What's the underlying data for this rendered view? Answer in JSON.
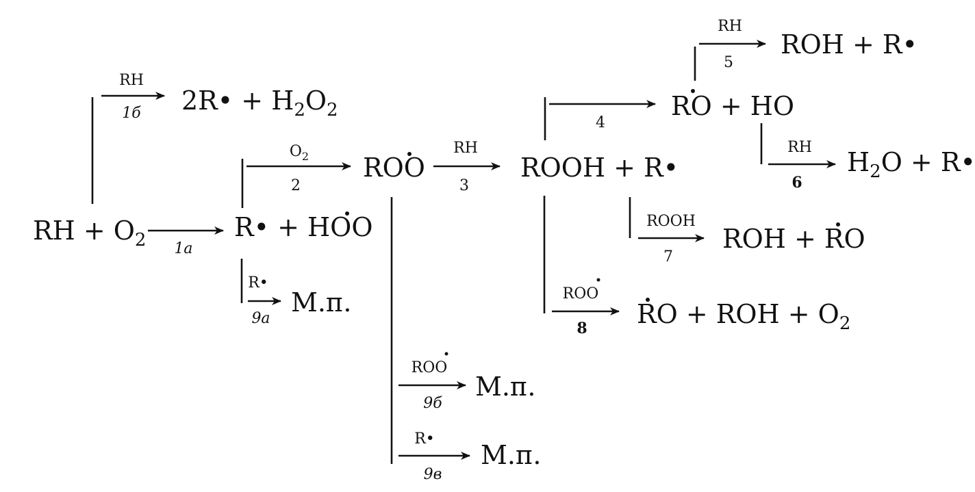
{
  "species": {
    "reactant": "RH + O",
    "reactant_sub": "2",
    "r_hoo": "R• + HOO",
    "two_r_h2o2": "2R• + H",
    "two_r_h2o2_sub1": "2",
    "two_r_h2o2_mid": "O",
    "two_r_h2o2_sub2": "2",
    "roo": "ROO",
    "rooh_r": "ROOH + R•",
    "ro_ho": "RO + HO",
    "roh_r": "ROH + R•",
    "h2o_r_a": "H",
    "h2o_r_sub": "2",
    "h2o_r_b": "O + R•",
    "roh_ro": "ROH + RO",
    "ro_roh_o2": "RO + ROH + O",
    "ro_roh_o2_sub": "2",
    "mp_9a": "М.п.",
    "mp_9b": "М.п.",
    "mp_9v": "М.п."
  },
  "labels": {
    "rh_1b": "RH",
    "num_1b": "1б",
    "num_1a": "1a",
    "o2_2": "O",
    "o2_2_sub": "2",
    "num_2": "2",
    "rh_3": "RH",
    "num_3": "3",
    "num_4": "4",
    "rh_5": "RH",
    "num_5": "5",
    "rh_6": "RH",
    "num_6": "6",
    "rooh_7": "ROOH",
    "num_7": "7",
    "roo_8": "ROO",
    "num_8": "8",
    "r_9a": "R•",
    "num_9a": "9a",
    "roo_9b": "ROO",
    "num_9b": "9б",
    "r_9v": "R•",
    "num_9v": "9в"
  }
}
